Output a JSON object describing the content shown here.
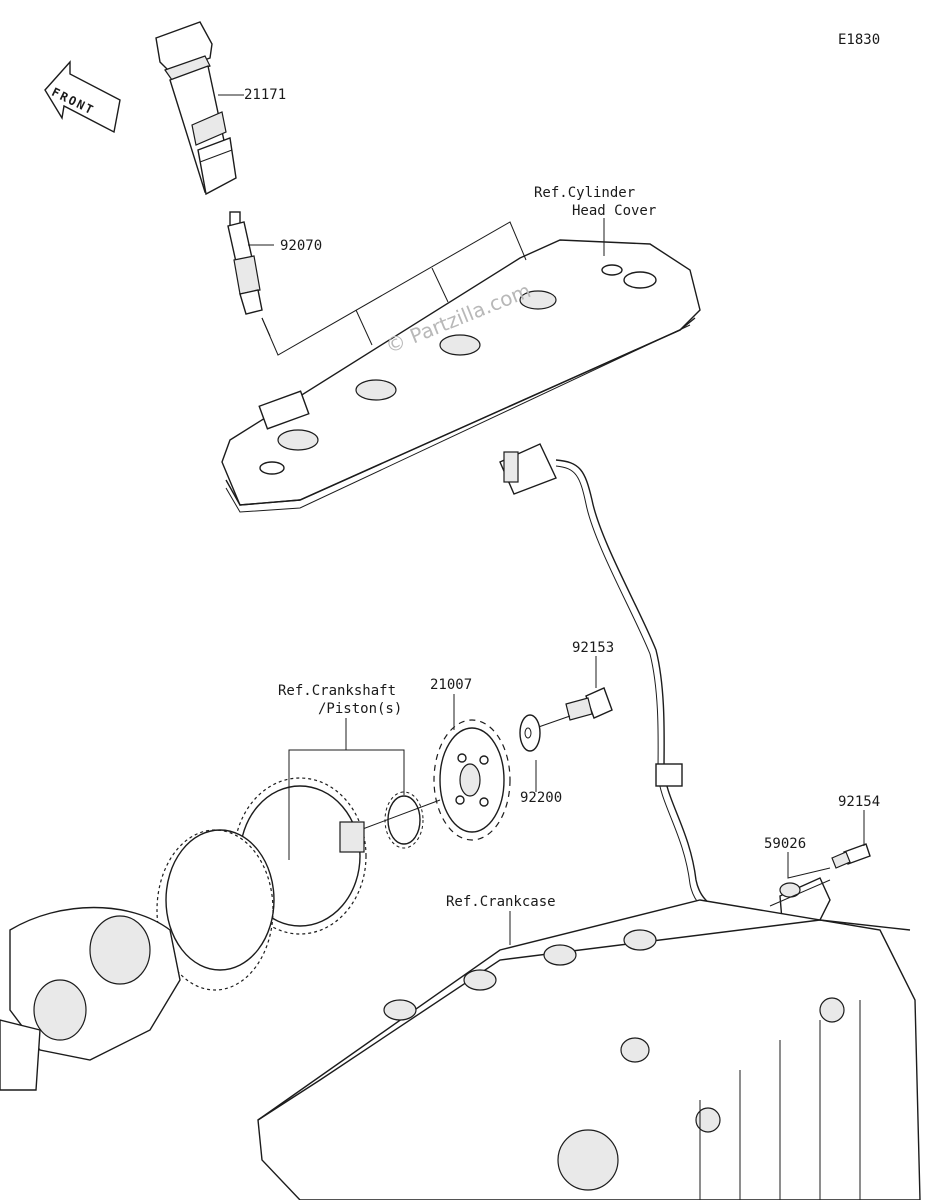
{
  "diagram": {
    "code": "E1830",
    "front_label": "FRONT",
    "watermark": "© Partzilla.com",
    "parts": {
      "ignition_coil": "21171",
      "spark_plug": "92070",
      "crank_sensor_rotor": "21007",
      "bolt_rotor": "92153",
      "washer": "92200",
      "bolt_sensor": "92154",
      "crank_sensor": "59026"
    },
    "refs": {
      "head_cover_line1": "Ref.Cylinder",
      "head_cover_line2": "Head Cover",
      "crankshaft_line1": "Ref.Crankshaft",
      "crankshaft_line2": "/Piston(s)",
      "crankcase": "Ref.Crankcase"
    }
  }
}
